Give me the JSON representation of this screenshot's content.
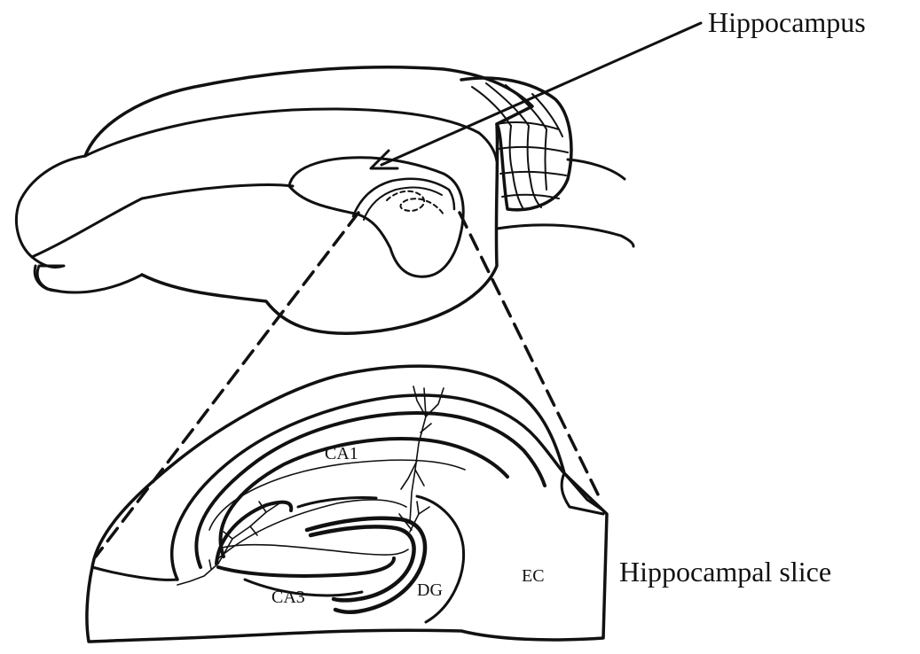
{
  "labels": {
    "hippocampus": "Hippocampus",
    "slice": "Hippocampal slice",
    "ca1": "CA1",
    "ca3": "CA3",
    "dg": "DG",
    "ec": "EC"
  },
  "colors": {
    "stroke": "#111111",
    "background": "#ffffff"
  }
}
